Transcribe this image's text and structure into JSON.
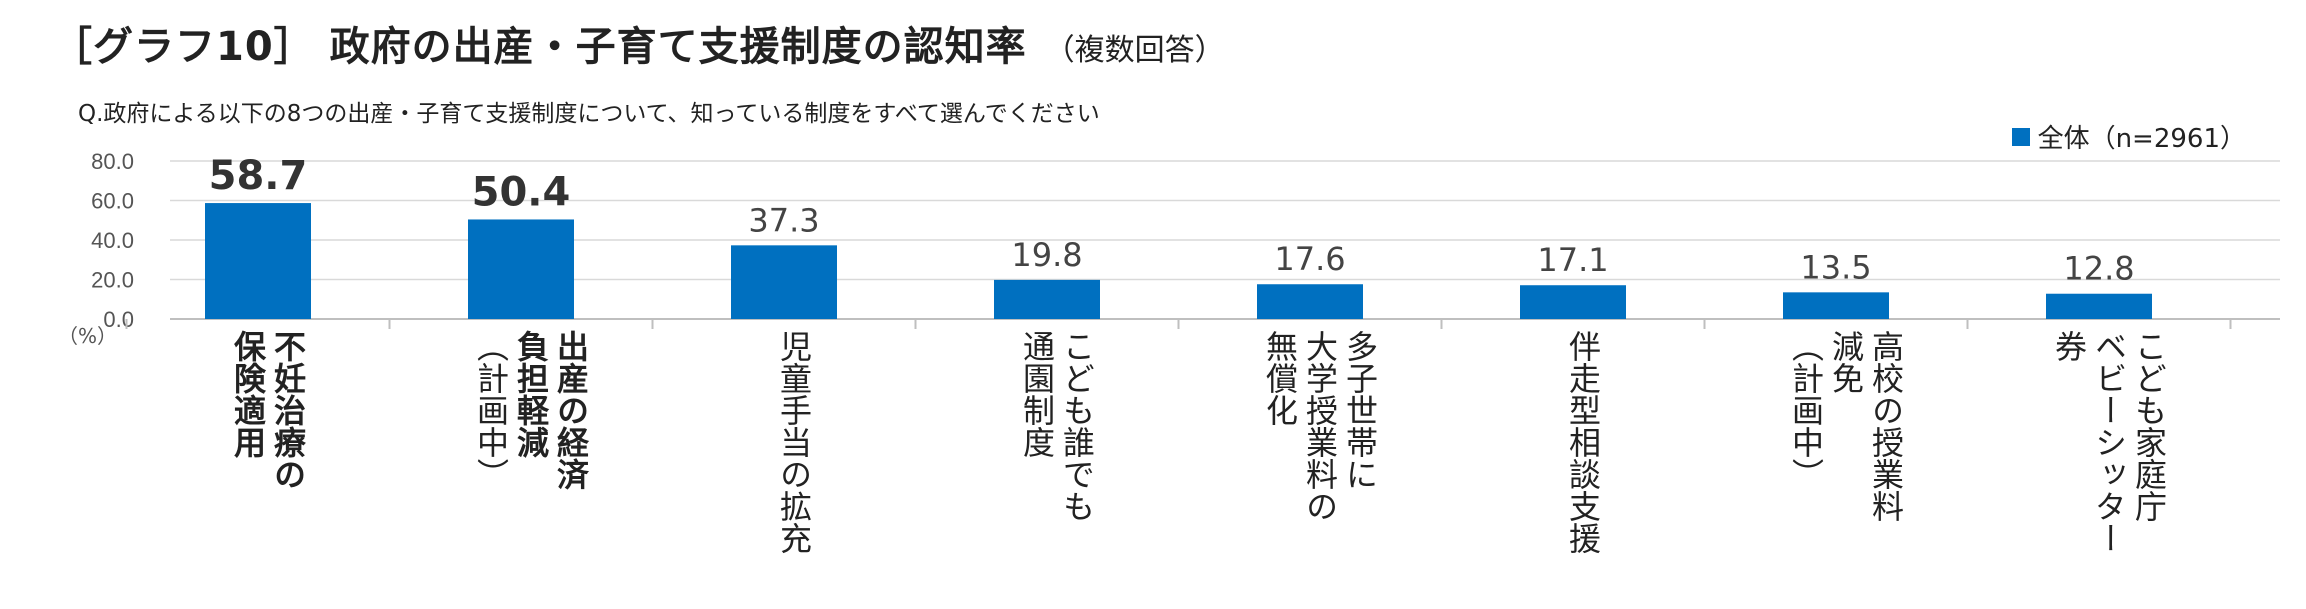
{
  "title": "［グラフ10］ 政府の出産・子育て支援制度の認知率",
  "subtitle": "（複数回答）",
  "question": "Q.政府による以下の8つの出産・子育て支援制度について、知っている制度をすべて選んでください",
  "legend": {
    "label": "全体（n=2961）",
    "color": "#0070c0"
  },
  "unit_label": "（%）",
  "chart_data": {
    "type": "bar",
    "title": "［グラフ10］ 政府の出産・子育て支援制度の認知率",
    "xlabel": "",
    "ylabel": "（%）",
    "ylim": [
      0,
      80
    ],
    "yticks": [
      "0.0",
      "20.0",
      "40.0",
      "60.0",
      "80.0"
    ],
    "grid": true,
    "legend_position": "top-right",
    "categories": [
      {
        "lines": [
          "不妊治療の",
          "保険適用"
        ],
        "bold": true
      },
      {
        "lines": [
          "出産の経済",
          "負担軽減",
          "（計画中）"
        ],
        "bold": true
      },
      {
        "lines": [
          "児童手当の拡充"
        ],
        "bold": false
      },
      {
        "lines": [
          "こども誰でも",
          "通園制度"
        ],
        "bold": false
      },
      {
        "lines": [
          "多子世帯に",
          "大学授業料の",
          "無償化"
        ],
        "bold": false
      },
      {
        "lines": [
          "伴走型相談支援"
        ],
        "bold": false
      },
      {
        "lines": [
          "高校の授業料",
          "減免",
          "（計画中）"
        ],
        "bold": false
      },
      {
        "lines": [
          "こども家庭庁",
          "ベビーシッター",
          "券"
        ],
        "bold": false
      }
    ],
    "series": [
      {
        "name": "全体（n=2961）",
        "color": "#0070c0",
        "values": [
          58.7,
          50.4,
          37.3,
          19.8,
          17.6,
          17.1,
          13.5,
          12.8
        ],
        "value_labels": [
          "58.7",
          "50.4",
          "37.3",
          "19.8",
          "17.6",
          "17.1",
          "13.5",
          "12.8"
        ],
        "bold_labels": [
          true,
          true,
          false,
          false,
          false,
          false,
          false,
          false
        ]
      }
    ]
  }
}
